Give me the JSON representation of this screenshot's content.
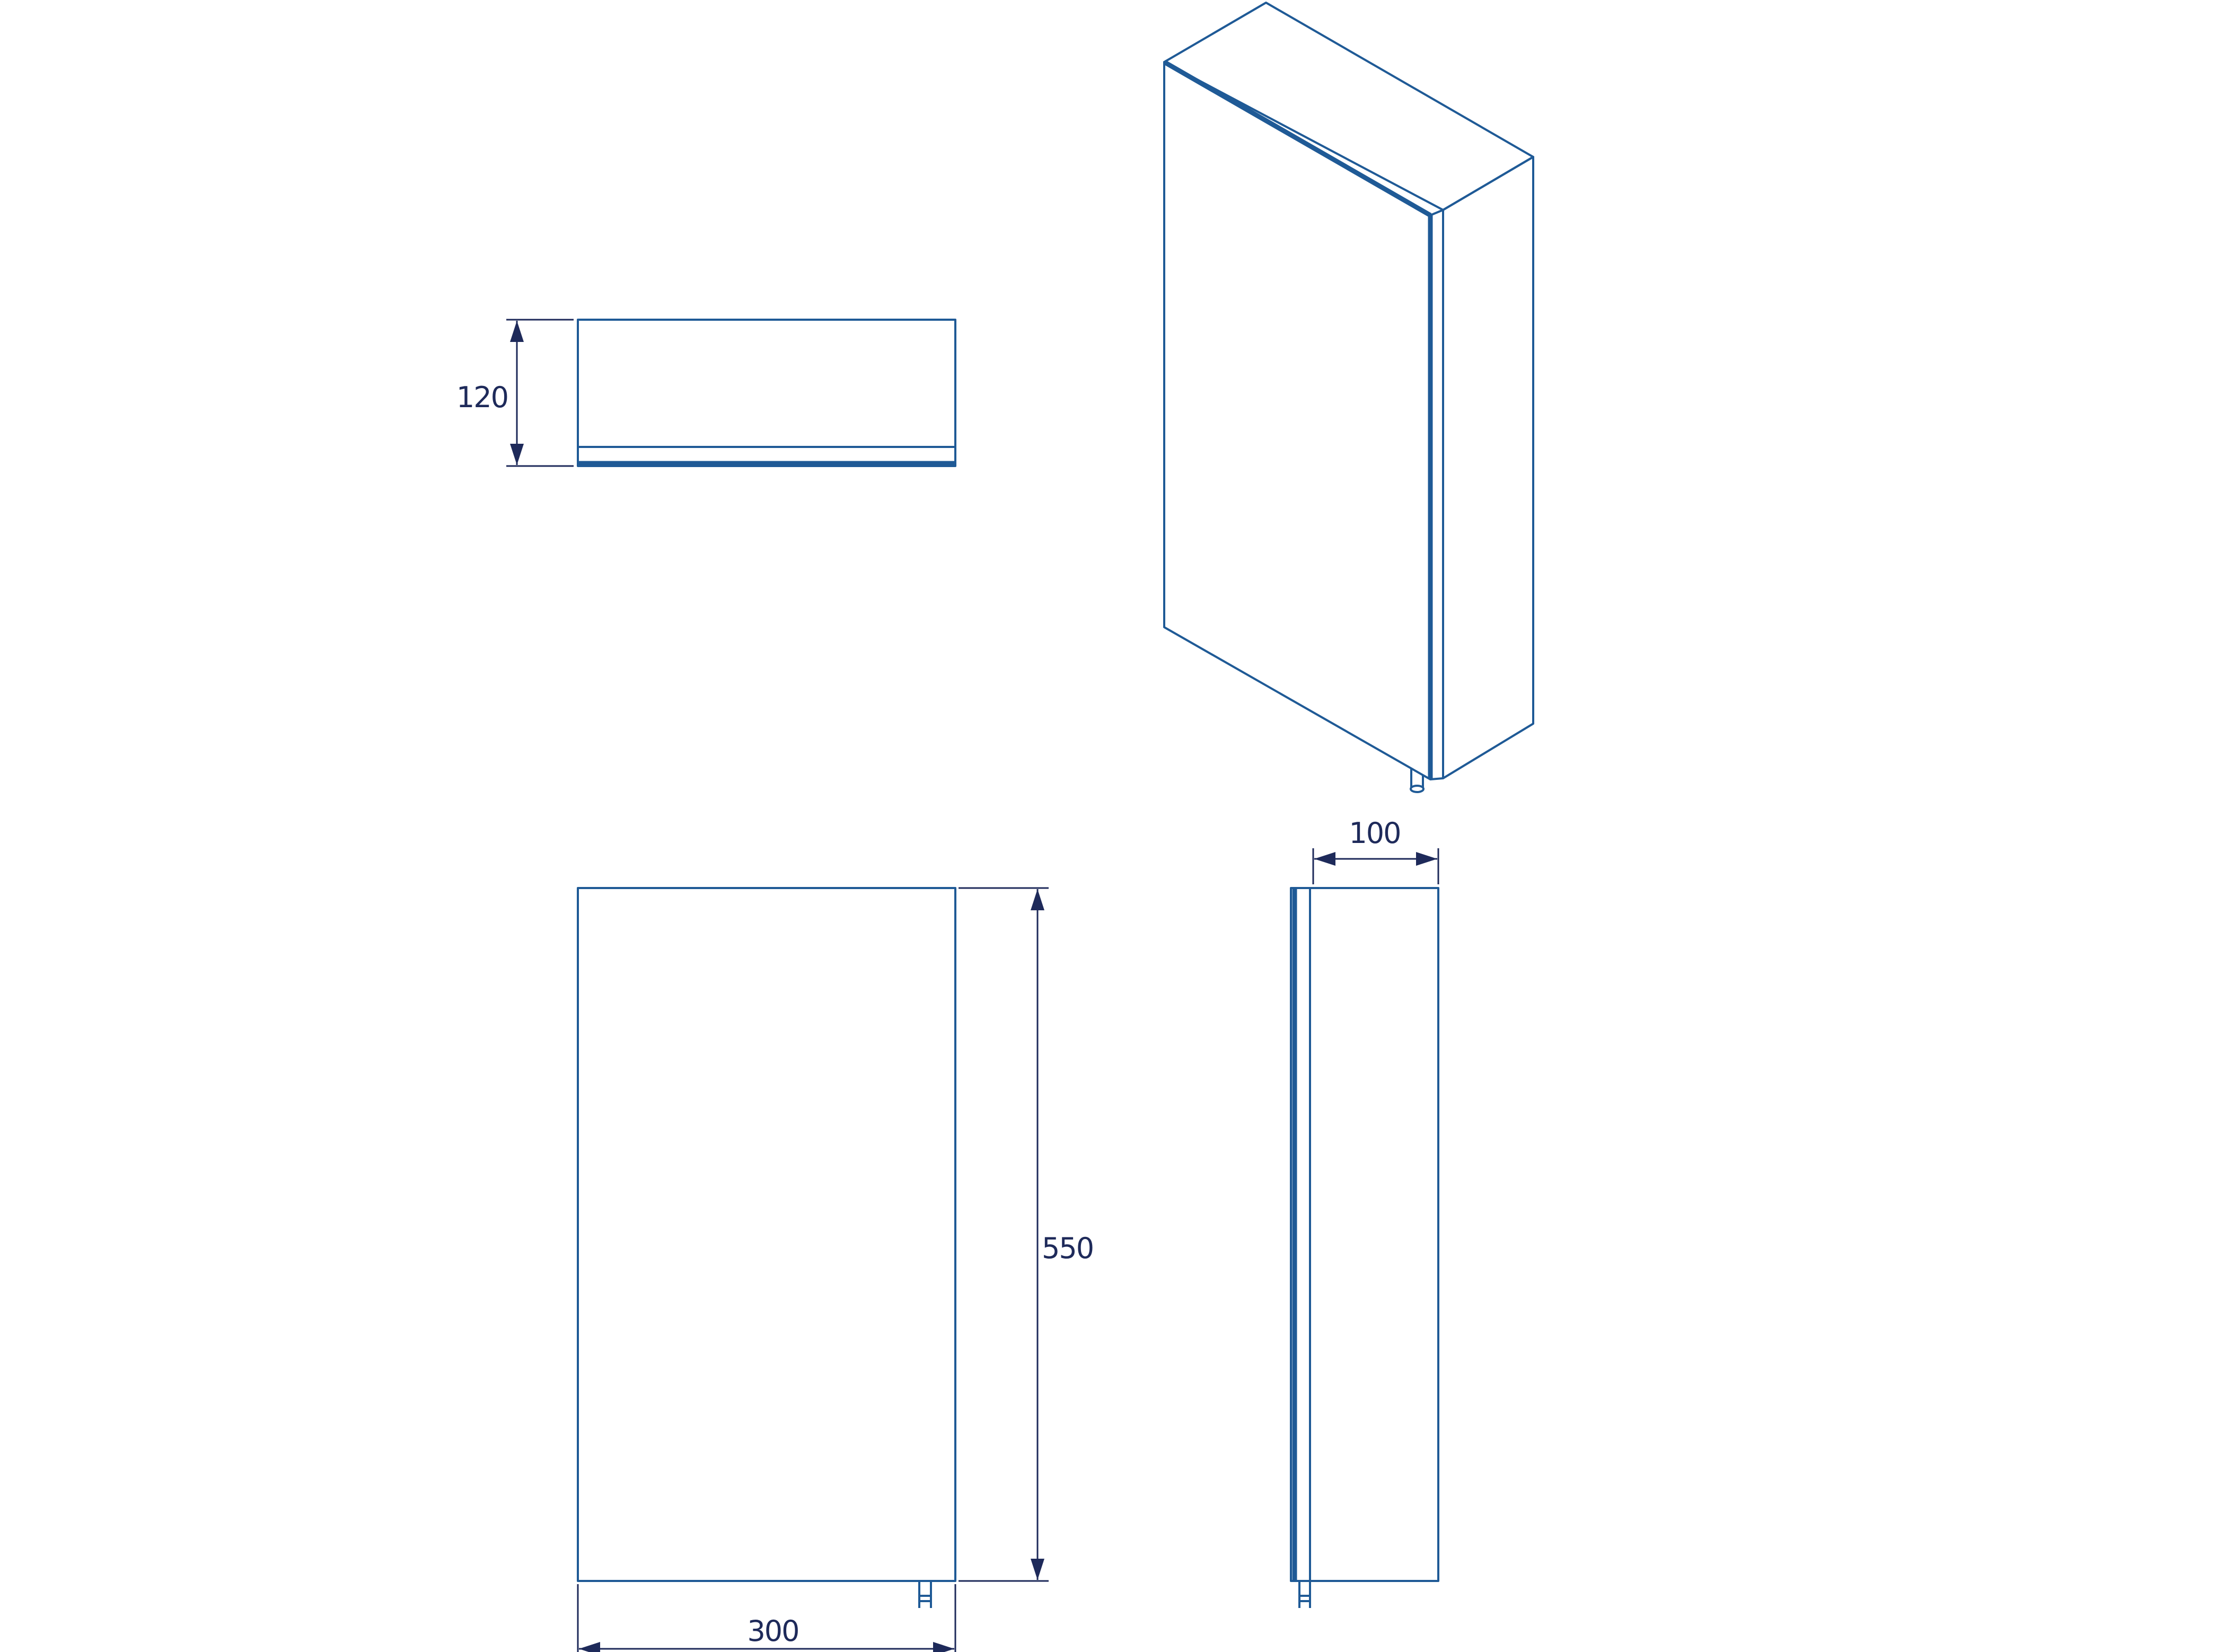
{
  "drawing": {
    "dimensions": {
      "top_view_depth": "120",
      "front_width": "300",
      "front_height": "550",
      "side_depth": "100"
    },
    "colors": {
      "outline": "#1f5a96",
      "dimension": "#1e2a5a",
      "background": "#ffffff"
    }
  }
}
